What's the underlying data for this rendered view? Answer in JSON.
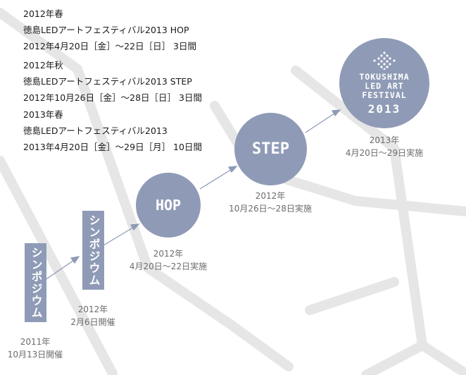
{
  "schedule": [
    {
      "season": "2012年春",
      "event": "徳島LEDアートフェスティバル2013 HOP",
      "dates": "2012年4月20日［金］～22日［日］ 3日間"
    },
    {
      "season": "2012年秋",
      "event": "徳島LEDアートフェスティバル2013 STEP",
      "dates": "2012年10月26日［金］～28日［日］ 3日間"
    },
    {
      "season": "2013年春",
      "event": "徳島LEDアートフェスティバル2013",
      "dates": "2013年4月20日［金］～29日［月］ 10日間"
    }
  ],
  "nodes": {
    "symposium1": {
      "label": "シンポジウム",
      "year": "2011年",
      "date": "10月13日開催"
    },
    "symposium2": {
      "label": "シンポジウム",
      "year": "2012年",
      "date": "2月6日開催"
    },
    "hop": {
      "label": "HOP",
      "year": "2012年",
      "date": "4月20日～22日実施"
    },
    "step": {
      "label": "STEP",
      "year": "2012年",
      "date": "10月26日～28日実施"
    },
    "festival": {
      "logo_lines": [
        "TOKUSHIMA",
        "LED ART",
        "FESTIVAL"
      ],
      "logo_year": "2013",
      "year": "2013年",
      "date": "4月20日～29日実施"
    }
  },
  "colors": {
    "node_fill": "#8f9bb6",
    "map_road": "#e8e8e8",
    "arrow": "#8f9bb6"
  }
}
